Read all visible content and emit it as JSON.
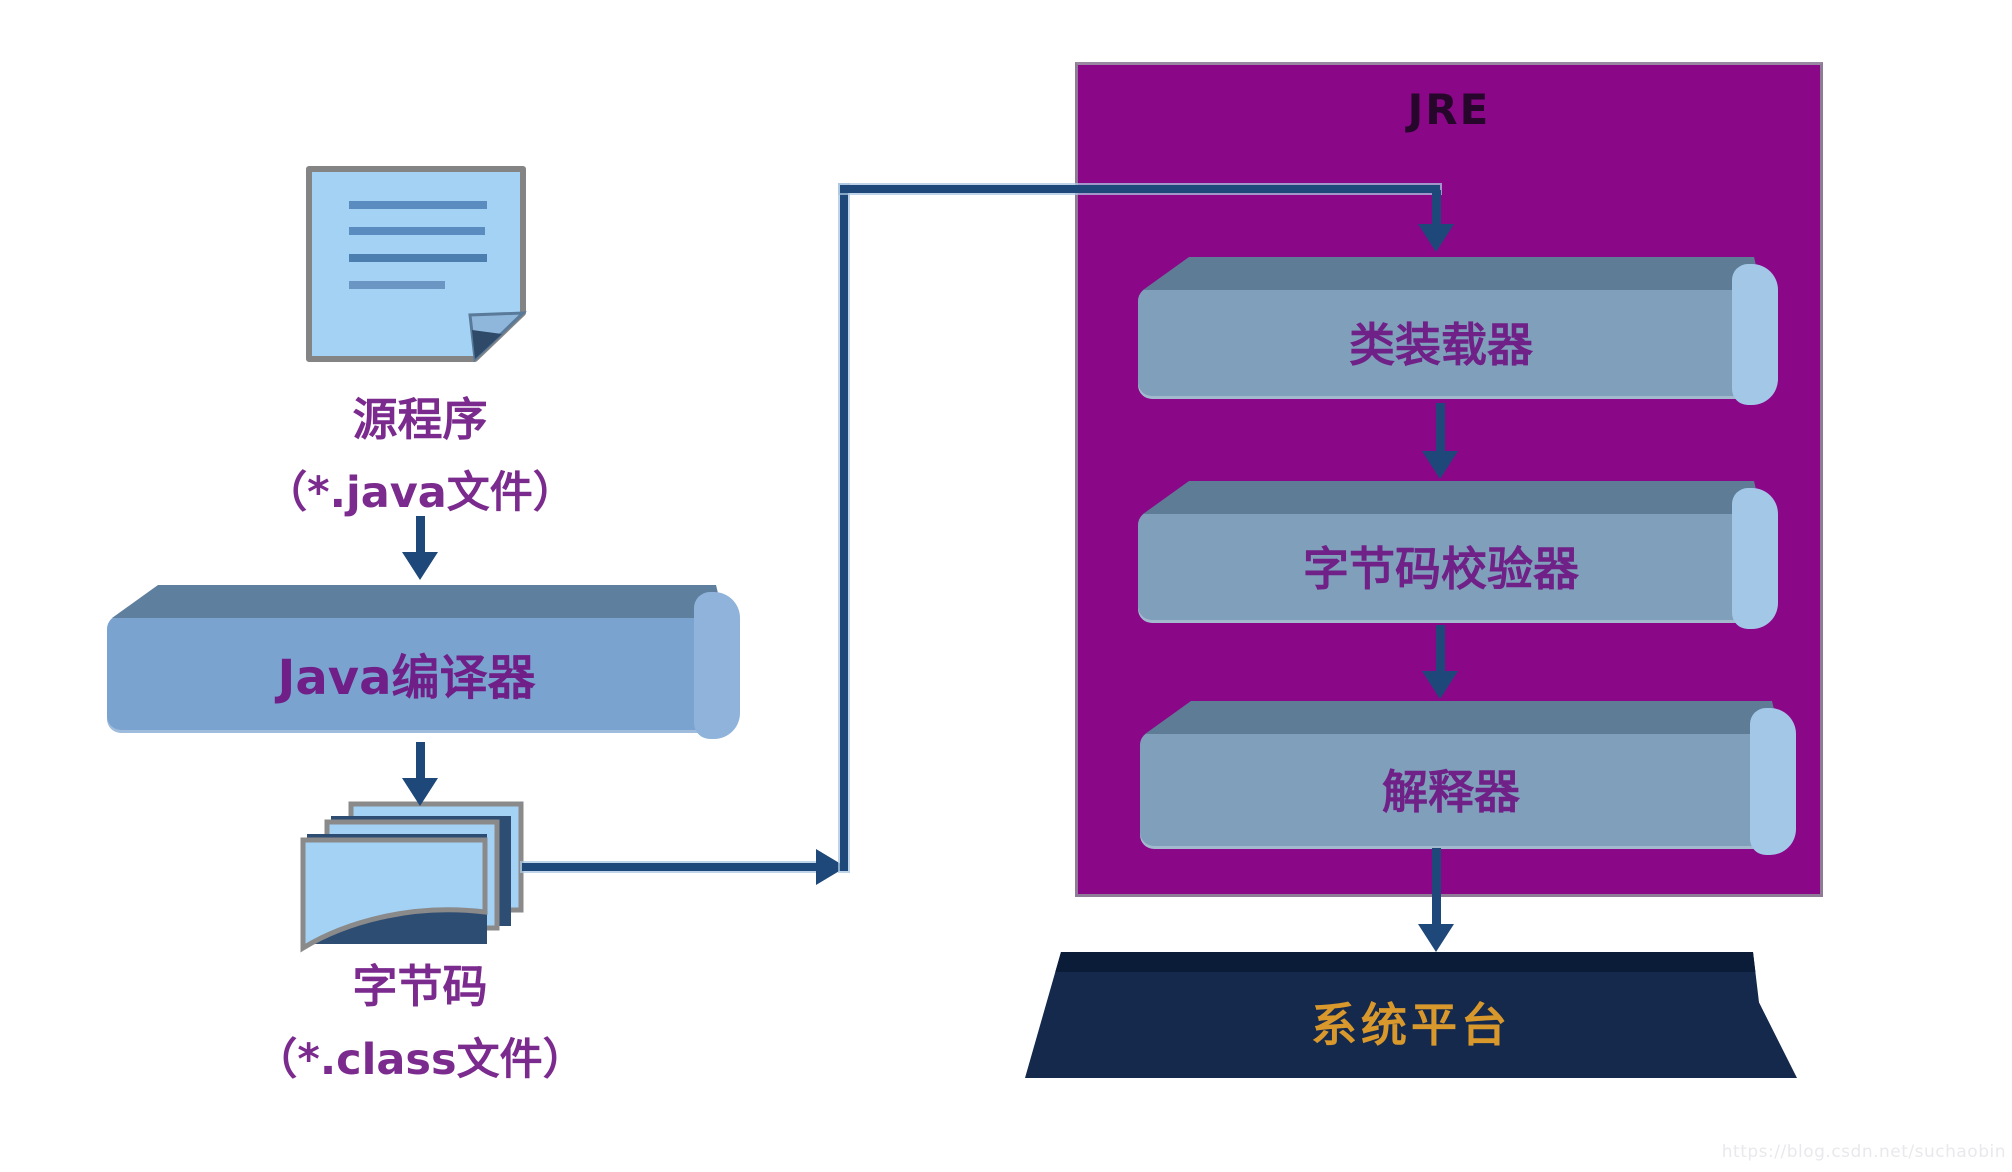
{
  "source": {
    "line1": "源程序",
    "line2": "（*.java文件）"
  },
  "compiler": {
    "label": "Java编译器"
  },
  "bytecode": {
    "line1": "字节码",
    "line2": "（*.class文件）"
  },
  "jre": {
    "title": "JRE",
    "boxes": [
      {
        "label": "类装载器"
      },
      {
        "label": "字节码校验器"
      },
      {
        "label": "解释器"
      }
    ]
  },
  "platform": {
    "label": "系统平台"
  },
  "watermark": {
    "text": "https://blog.csdn.net/suchaobin"
  },
  "icons": {
    "source": "document-file-icon",
    "bytecode": "stacked-class-files-icon",
    "flow": "arrow-down-icon"
  },
  "colors": {
    "jre_background": "#8a0788",
    "slab_face_blue": "#7f9fbb",
    "slab_top_blue": "#5e7c96",
    "slab_bevel_blue": "#a3c7e7",
    "compiler_face": "#7ba3cf",
    "arrow_navy": "#1d4879",
    "label_purple": "#7b2a8e",
    "platform_navy": "#15294d",
    "platform_text_gold": "#d8982c",
    "file_icon_blue": "#a3d2f5"
  }
}
